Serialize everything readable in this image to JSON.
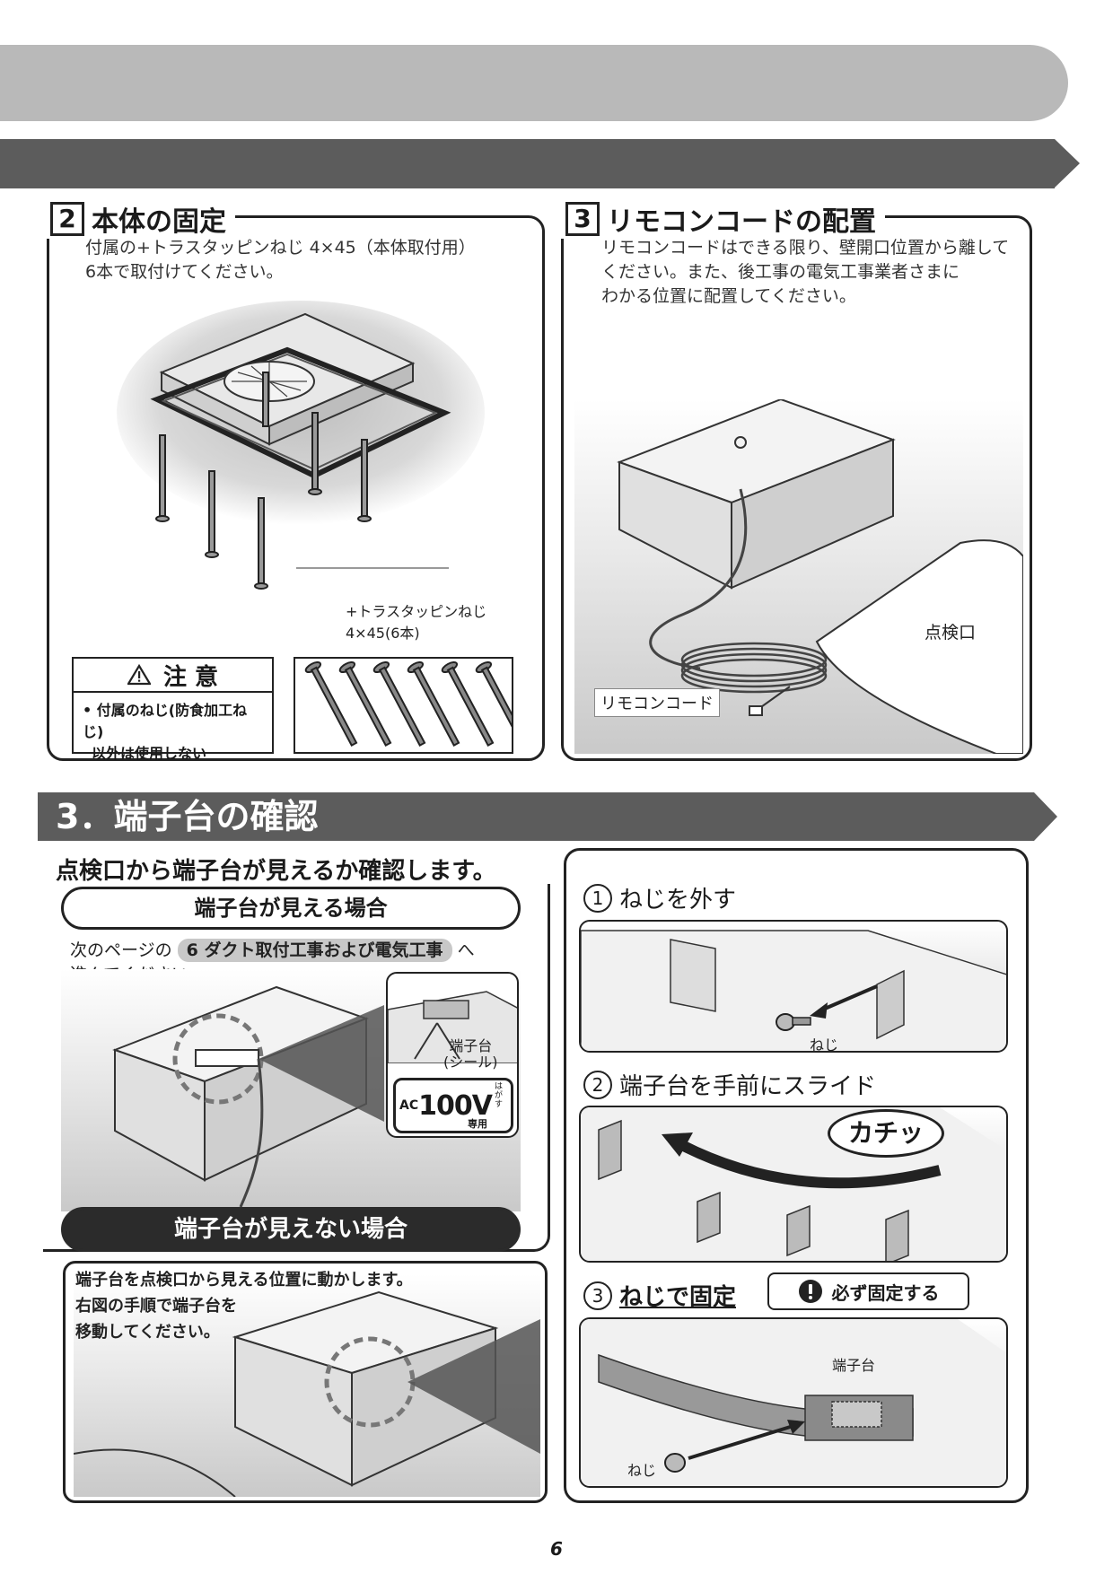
{
  "section2": {
    "step_num": "2",
    "title": "本体の固定",
    "text_line1": "付属の+トラスタッピンねじ 4×45（本体取付用）",
    "text_line2": "6本で取付けてください。",
    "screw_label_line1": "+トラスタッピンねじ",
    "screw_label_line2": "4×45(6本)",
    "caution_title": "注 意",
    "caution_line1": "• 付属のねじ(防食加工ねじ)",
    "caution_line2": "以外は使用しない"
  },
  "section3a": {
    "step_num": "3",
    "title": "リモコンコードの配置",
    "text_line1": "リモコンコードはできる限り、壁開口位置から離して",
    "text_line2": "ください。また、後工事の電気工事業者さまに",
    "text_line3": "わかる位置に配置してください。",
    "inspection_label": "点検口",
    "cord_label": "リモコンコード"
  },
  "terminal_section": {
    "title": "3．端子台の確認",
    "subtitle": "点検口から端子台が見えるか確認します。",
    "visible_title": "端子台が見える場合",
    "visible_text_prefix": "次のページの",
    "visible_link": "6 ダクト取付工事および電気工事",
    "visible_text_suffix": "へ",
    "visible_text_line2": "進んでください。",
    "seal_label_line1": "端子台",
    "seal_label_line2": "(シール)",
    "ac_prefix": "AC",
    "ac_value": "100V",
    "ac_dedicated": "専用",
    "ac_peel": "はがす",
    "invisible_title": "端子台が見えない場合",
    "invisible_line1": "端子台を点検口から見える位置に動かします。",
    "invisible_line2": "右図の手順で端子台を",
    "invisible_line3": "移動してください。"
  },
  "steps": [
    {
      "num": "1",
      "label": "ねじを外す",
      "sub": "ねじ"
    },
    {
      "num": "2",
      "label": "端子台を手前にスライド",
      "callout": "カチッ"
    },
    {
      "num": "3",
      "label": "ねじで固定",
      "badge": "必ず固定する",
      "sub1": "端子台",
      "sub2": "ねじ"
    }
  ],
  "page_number": "6"
}
